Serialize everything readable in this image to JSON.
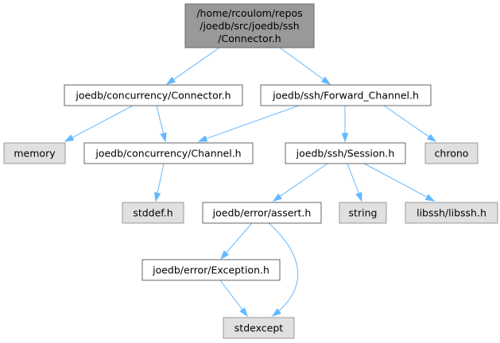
{
  "diagram": {
    "nodes": {
      "connector_ssh": {
        "lines": [
          "/home/rcoulom/repos",
          "/joedb/src/joedb/ssh",
          "/Connector.h"
        ],
        "kind": "root"
      },
      "concurrency_connector": {
        "lines": [
          "joedb/concurrency/Connector.h"
        ],
        "kind": "normal"
      },
      "forward_channel": {
        "lines": [
          "joedb/ssh/Forward_Channel.h"
        ],
        "kind": "normal"
      },
      "memory": {
        "lines": [
          "memory"
        ],
        "kind": "ext"
      },
      "channel": {
        "lines": [
          "joedb/concurrency/Channel.h"
        ],
        "kind": "normal"
      },
      "session": {
        "lines": [
          "joedb/ssh/Session.h"
        ],
        "kind": "normal"
      },
      "chrono": {
        "lines": [
          "chrono"
        ],
        "kind": "ext"
      },
      "stddef": {
        "lines": [
          "stddef.h"
        ],
        "kind": "ext"
      },
      "assert": {
        "lines": [
          "joedb/error/assert.h"
        ],
        "kind": "normal"
      },
      "string": {
        "lines": [
          "string"
        ],
        "kind": "ext"
      },
      "libssh": {
        "lines": [
          "libssh/libssh.h"
        ],
        "kind": "ext"
      },
      "exception": {
        "lines": [
          "joedb/error/Exception.h"
        ],
        "kind": "normal"
      },
      "stdexcept": {
        "lines": [
          "stdexcept"
        ],
        "kind": "ext"
      }
    },
    "edges": [
      {
        "from": "connector_ssh",
        "to": "concurrency_connector"
      },
      {
        "from": "connector_ssh",
        "to": "forward_channel"
      },
      {
        "from": "concurrency_connector",
        "to": "memory"
      },
      {
        "from": "concurrency_connector",
        "to": "channel"
      },
      {
        "from": "forward_channel",
        "to": "channel"
      },
      {
        "from": "forward_channel",
        "to": "session"
      },
      {
        "from": "forward_channel",
        "to": "chrono"
      },
      {
        "from": "channel",
        "to": "stddef"
      },
      {
        "from": "session",
        "to": "assert"
      },
      {
        "from": "session",
        "to": "string"
      },
      {
        "from": "session",
        "to": "libssh"
      },
      {
        "from": "assert",
        "to": "exception"
      },
      {
        "from": "assert",
        "to": "stdexcept"
      },
      {
        "from": "exception",
        "to": "stdexcept"
      }
    ],
    "colors": {
      "edge": "#63b8ff",
      "root_fill": "#999999",
      "ext_fill": "#e0e0e0",
      "normal_fill": "#ffffff",
      "border": "#666666"
    }
  }
}
